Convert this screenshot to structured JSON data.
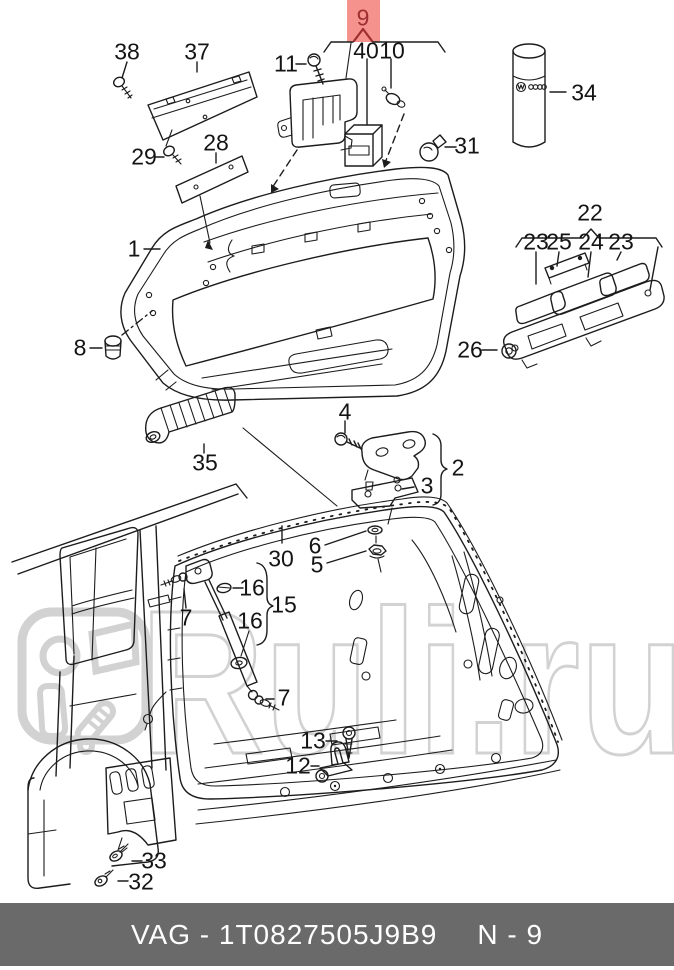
{
  "footer": {
    "part_number": "VAG - 1T0827505J9B9",
    "page_ref": "N - 9"
  },
  "watermark": {
    "text": "Ruli.ru"
  },
  "callouts": {
    "tailgate": "1",
    "hinge_assembly": "2",
    "hinge_plate": "3",
    "hinge_screw": "4",
    "nut": "5",
    "washer": "6",
    "ball_stud": "7",
    "buffer_stop": "8",
    "lock_kit": "9",
    "switch": "10",
    "lock_screw": "11",
    "striker": "12",
    "striker_screw": "13",
    "gas_strut": "15",
    "clip": "16",
    "licence_plate_light": "22",
    "lens": "23",
    "bulb_holder": "24",
    "contact_plate": "25",
    "grommet": "26",
    "plate": "28",
    "plate_screw": "29",
    "seal": "30",
    "bulb": "31",
    "screw_lower": "32",
    "screw_upper": "33",
    "lubricant_stick": "34",
    "protective_boot": "35",
    "high_brake_light": "37",
    "brake_light_screw": "38",
    "control_unit": "40"
  },
  "colors": {
    "canvas": "#ffffff",
    "line": "#1c1c1c",
    "highlight_fill": "#f5928d",
    "highlight_text": "#9d2f33",
    "watermark": "#d2d2d2",
    "footer_bg": "#6a6a6a",
    "footer_text": "#ffffff"
  }
}
